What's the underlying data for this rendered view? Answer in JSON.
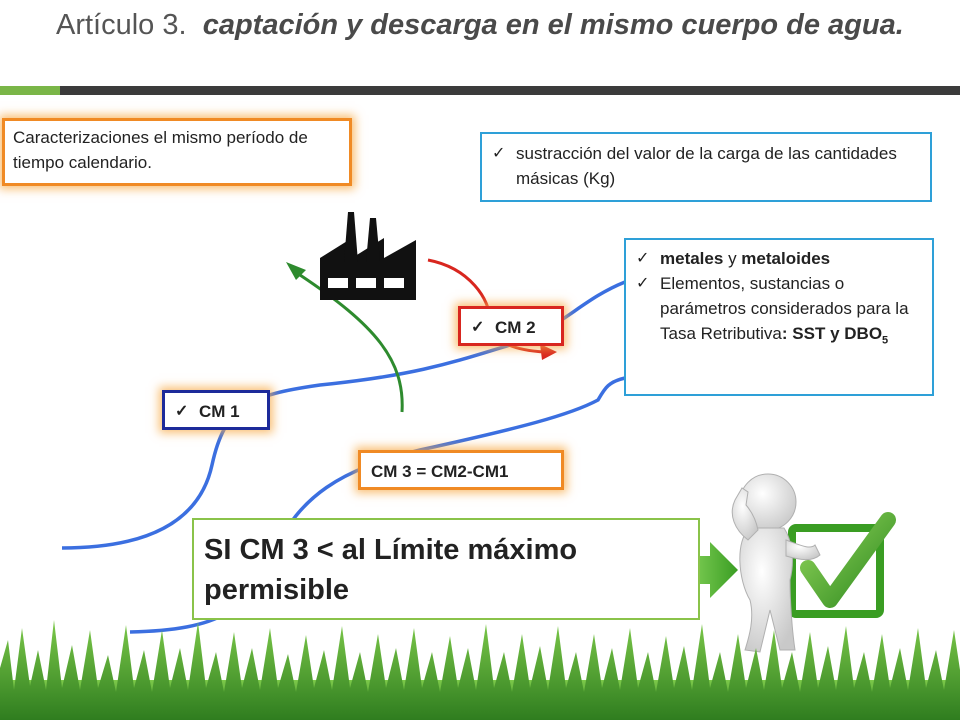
{
  "title": {
    "prefix": "Artículo 3.",
    "emphasis": "captación y descarga en el mismo cuerpo de agua."
  },
  "boxes": {
    "caracterizaciones": "Caracterizaciones el mismo período de tiempo calendario.",
    "sustraccion": "sustracción del valor de la carga de las cantidades másicas (Kg)",
    "parametros": {
      "item1_a": "metales",
      "item1_b": "y",
      "item1_c": "metaloides",
      "item2": "Elementos, sustancias o parámetros considerados para la Tasa Retributiva",
      "item2_colon": ":",
      "item2_bold": "SST y DBO",
      "item2_sub": "5"
    },
    "cm1": "CM 1",
    "cm2": "CM 2",
    "cm3": "CM 3 = CM2-CM1",
    "conclusion": "SI CM 3 < al Límite máximo permisible"
  },
  "icons": {
    "check": "✓",
    "factory": "factory-icon",
    "figure": "person-thumbs-up-icon"
  },
  "colors": {
    "orange_border": "#f08a24",
    "blue_border": "#2ea0d8",
    "navy_border": "#1d2a9a",
    "red_border": "#d8261f",
    "green_border": "#8ac34a",
    "river_line": "#3b6fe0",
    "arrow_green": "#2e8b2e",
    "arrow_red": "#d8261f"
  }
}
